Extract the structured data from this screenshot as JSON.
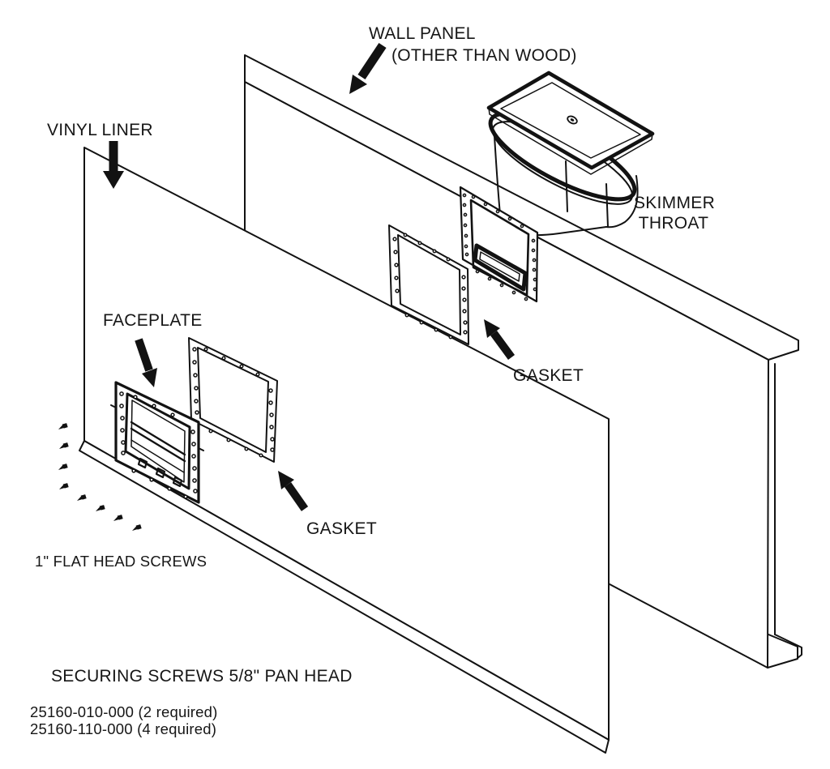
{
  "diagram": {
    "subject": "skimmer-wall-installation-exploded-view",
    "colors": {
      "ink": "#121212",
      "background": "#ffffff"
    },
    "callouts": {
      "wall_panel_line1": "WALL PANEL",
      "wall_panel_line2": "(OTHER THAN WOOD)",
      "vinyl_liner": "VINYL LINER",
      "skimmer_throat_line1": "SKIMMER",
      "skimmer_throat_line2": "THROAT",
      "faceplate": "FACEPLATE",
      "gasket_upper": "GASKET",
      "gasket_lower": "GASKET",
      "flat_head_screws": "1\" FLAT HEAD SCREWS"
    },
    "footer": {
      "securing_screws": "SECURING SCREWS 5/8\" PAN HEAD",
      "part_numbers": [
        "25160-010-000 (2 required)",
        "25160-110-000 (4 required)"
      ]
    }
  }
}
